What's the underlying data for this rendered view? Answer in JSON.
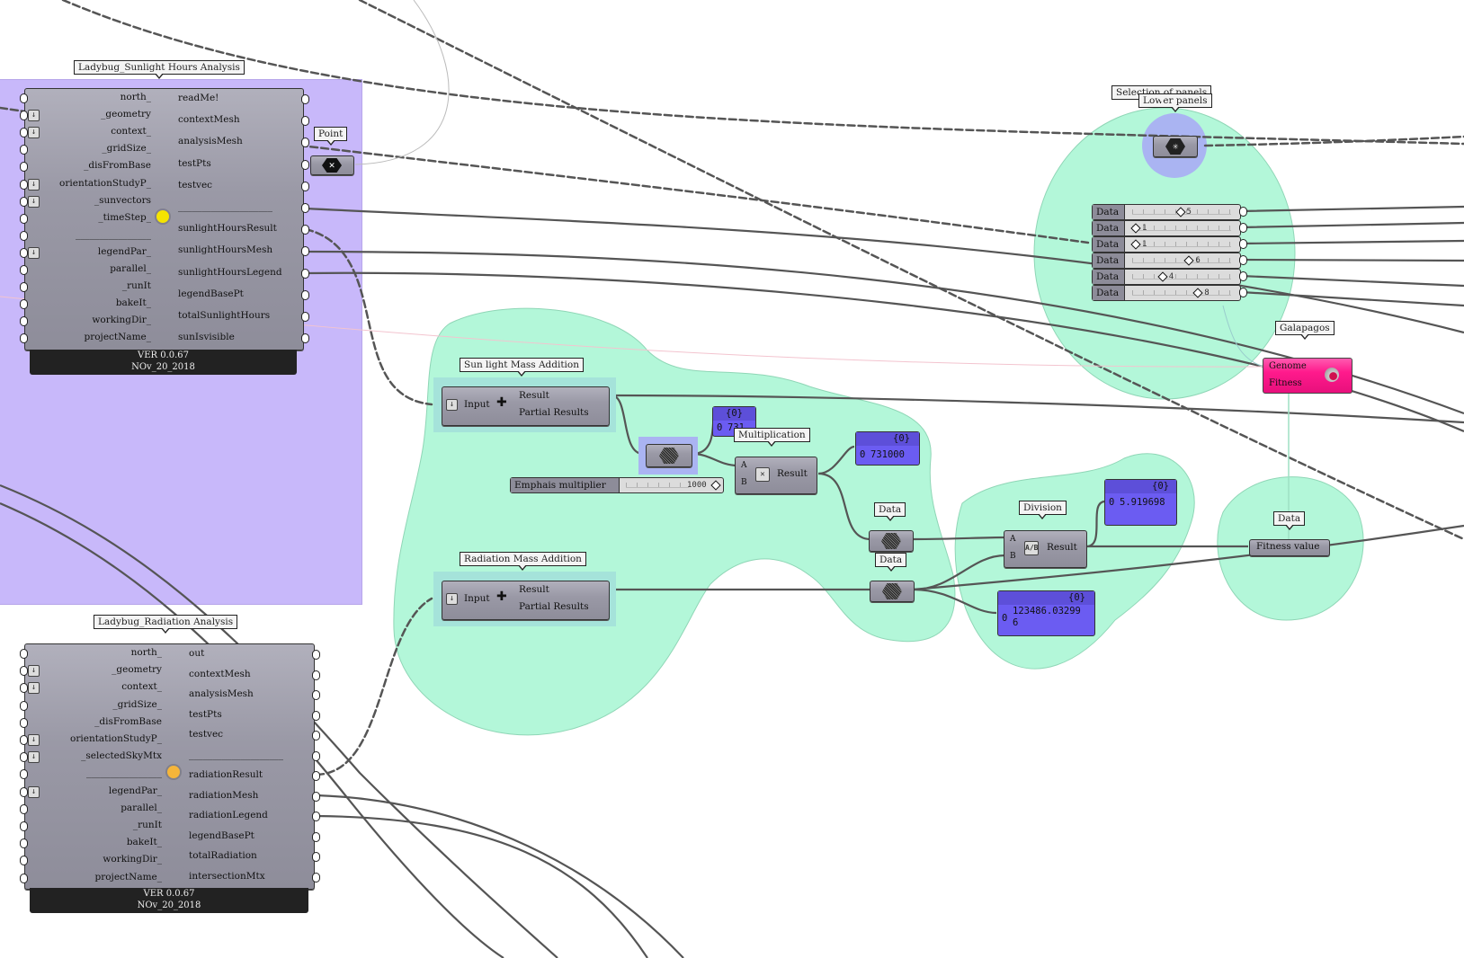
{
  "canvas": {
    "app": "Grasshopper",
    "colors": {
      "purple_group": "#c8b8fa",
      "green_group": "#b3f7d9",
      "panel": "#6b5cf2",
      "galapagos": "#ff1a8c",
      "wire": "#555555"
    }
  },
  "sunlight": {
    "title": "Ladybug_Sunlight Hours Analysis",
    "inputs": [
      "north_",
      "_geometry",
      "context_",
      "_gridSize_",
      "_disFromBase",
      "orientationStudyP_",
      "_sunvectors",
      "_timeStep_",
      "________________",
      "legendPar_",
      "parallel_",
      "_runIt",
      "bakeIt_",
      "workingDir_",
      "projectName_"
    ],
    "outputs": [
      "readMe!",
      "contextMesh",
      "analysisMesh",
      "testPts",
      "testvec",
      "____________________",
      "sunlightHoursResult",
      "sunlightHoursMesh",
      "sunlightHoursLegend",
      "legendBasePt",
      "totalSunlightHours",
      "sunIsvisible"
    ],
    "version": "VER 0.0.67",
    "date": "NOv_20_2018",
    "icon": "sun-clock-icon"
  },
  "radiation": {
    "title": "Ladybug_Radiation Analysis",
    "inputs": [
      "north_",
      "_geometry",
      "context_",
      "_gridSize_",
      "_disFromBase",
      "orientationStudyP_",
      "_selectedSkyMtx",
      "________________",
      "legendPar_",
      "parallel_",
      "_runIt",
      "bakeIt_",
      "workingDir_",
      "projectName_"
    ],
    "outputs": [
      "out",
      "contextMesh",
      "analysisMesh",
      "testPts",
      "testvec",
      "____________________",
      "radiationResult",
      "radiationMesh",
      "radiationLegend",
      "legendBasePt",
      "totalRadiation",
      "intersectionMtx"
    ],
    "version": "VER 0.0.67",
    "date": "NOv_20_2018",
    "icon": "sun-icon"
  },
  "point": {
    "title": "Point"
  },
  "sun_mass": {
    "title": "Sun light Mass Addition",
    "input": "Input",
    "outputs": [
      "Result",
      "Partial Results"
    ]
  },
  "rad_mass": {
    "title": "Radiation Mass Addition",
    "input": "Input",
    "outputs": [
      "Result",
      "Partial Results"
    ]
  },
  "panel_731": {
    "header": "{0}",
    "index": "0",
    "value": "731"
  },
  "multiplication": {
    "title": "Multiplication",
    "a": "A",
    "b": "B",
    "result": "Result"
  },
  "panel_731000": {
    "header": "{0}",
    "index": "0",
    "value": "731000"
  },
  "emphasis": {
    "name": "Emphais multiplier",
    "value": "1000"
  },
  "data1": {
    "title": "Data"
  },
  "data2": {
    "title": "Data"
  },
  "division": {
    "title": "Division",
    "a": "A",
    "b": "B",
    "result": "Result"
  },
  "panel_ratio": {
    "header": "{0}",
    "index": "0",
    "value": "5.919698"
  },
  "panel_rad": {
    "header": "{0}",
    "index": "0",
    "value": "123486.03299",
    "value2": "6"
  },
  "fitness": {
    "title": "Data",
    "label": "Fitness value"
  },
  "selection": {
    "title": "Selection of panels",
    "subtitle": "Lower panels"
  },
  "sliders": [
    {
      "name": "Data",
      "value": "5",
      "fraction": 0.45
    },
    {
      "name": "Data",
      "value": "1",
      "fraction": 0.0
    },
    {
      "name": "Data",
      "value": "1",
      "fraction": 0.0
    },
    {
      "name": "Data",
      "value": "6",
      "fraction": 0.54
    },
    {
      "name": "Data",
      "value": "4",
      "fraction": 0.27
    },
    {
      "name": "Data",
      "value": "8",
      "fraction": 0.63
    }
  ],
  "galapagos": {
    "title": "Galapagos",
    "genome": "Genome",
    "fitness": "Fitness"
  }
}
